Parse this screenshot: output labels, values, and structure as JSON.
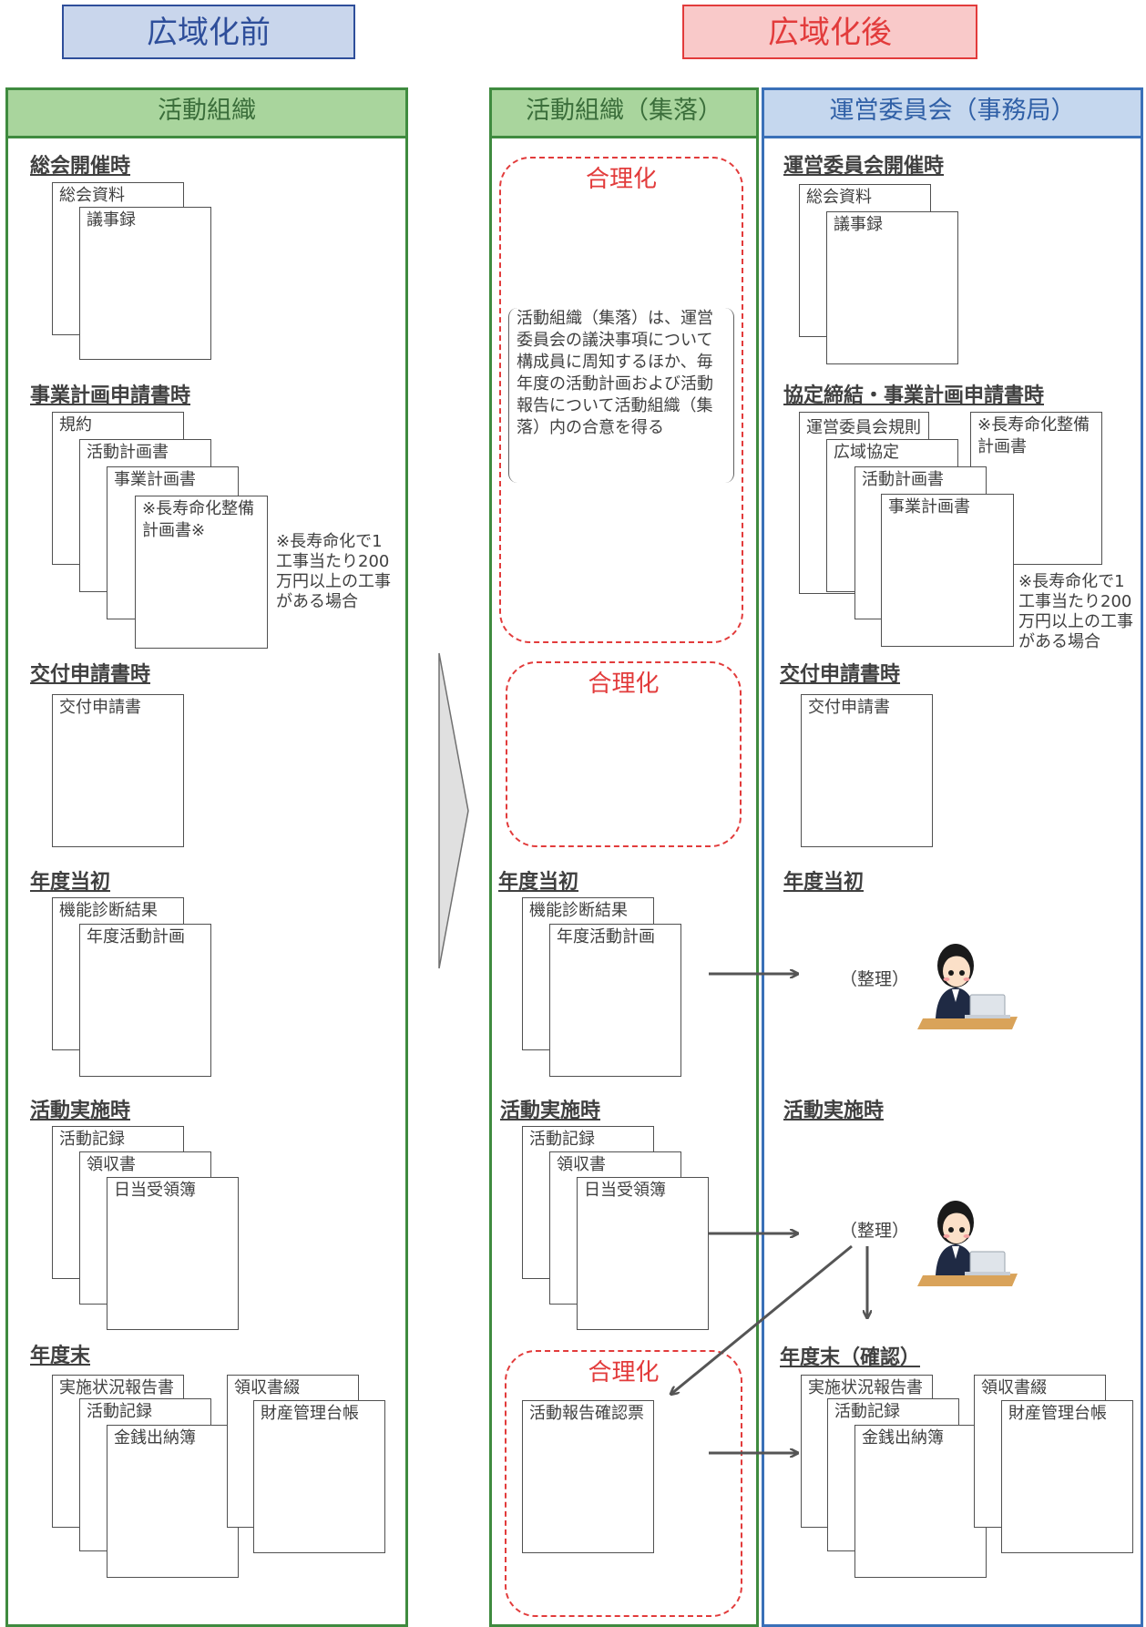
{
  "titles": {
    "before": "広域化前",
    "after": "広域化後"
  },
  "headers": {
    "left": "活動組織",
    "middle": "活動組織（集落）",
    "right": "運営委員会（事務局）"
  },
  "left": {
    "sections": {
      "soukai": "総会開催時",
      "jigyo": "事業計画申請書時",
      "koufu": "交付申請書時",
      "nendo_toushoku": "年度当初",
      "katsudou_jisshi": "活動実施時",
      "nendo_matsu": "年度末"
    },
    "docs": {
      "soukai_shiryou": "総会資料",
      "gijiroku": "議事録",
      "kiyaku": "規約",
      "katsudou_keikaku": "活動計画書",
      "jigyou_keikaku": "事業計画書",
      "chouju": "※長寿命化整備計画書※",
      "koufu_shinsei": "交付申請書",
      "kinou_shindan": "機能診断結果",
      "nendo_katsudou": "年度活動計画",
      "katsudou_kiroku": "活動記録",
      "ryoushuusho": "領収書",
      "nittou": "日当受領簿",
      "jisshi_houkoku": "実施状況報告書",
      "katsudou_kiroku2": "活動記録",
      "kinsen": "金銭出納簿",
      "ryoushuu_tsuzuri": "領収書綴",
      "zaisan": "財産管理台帳"
    },
    "note": "※長寿命化で1工事当たり200万円以上の工事がある場合"
  },
  "middle": {
    "gouri": "合理化",
    "bracket_text": "活動組織（集落）は、運営委員会の議決事項について構成員に周知するほか、毎年度の活動計画および活動報告について活動組織（集落）内の合意を得る",
    "sections": {
      "nendo_toushoku": "年度当初",
      "katsudou_jisshi": "活動実施時"
    },
    "docs": {
      "kinou_shindan": "機能診断結果",
      "nendo_katsudou": "年度活動計画",
      "katsudou_kiroku": "活動記録",
      "ryoushuusho": "領収書",
      "nittou": "日当受領簿",
      "houkoku_kakunin": "活動報告確認票"
    }
  },
  "right": {
    "sections": {
      "unei_kaisai": "運営委員会開催時",
      "kyoutei": "協定締結・事業計画申請書時",
      "koufu": "交付申請書時",
      "nendo_toushoku": "年度当初",
      "katsudou_jisshi": "活動実施時",
      "nendo_matsu": "年度末（確認）"
    },
    "docs": {
      "soukai_shiryou": "総会資料",
      "gijiroku": "議事録",
      "unei_kisoku": "運営委員会規則",
      "kouiki_kyoutei": "広域協定",
      "katsudou_keikaku": "活動計画書",
      "jigyou_keikaku": "事業計画書",
      "chouju": "※長寿命化整備計画書",
      "koufu_shinsei": "交付申請書",
      "jisshi_houkoku": "実施状況報告書",
      "katsudou_kiroku": "活動記録",
      "kinsen": "金銭出納簿",
      "ryoushuu_tsuzuri": "領収書綴",
      "zaisan": "財産管理台帳"
    },
    "note": "※長寿命化で1工事当たり200万円以上の工事がある場合",
    "seiri": "（整理）"
  },
  "colors": {
    "green": "#3f8b3f",
    "blue": "#3a70b8",
    "red": "#e23b3b"
  }
}
